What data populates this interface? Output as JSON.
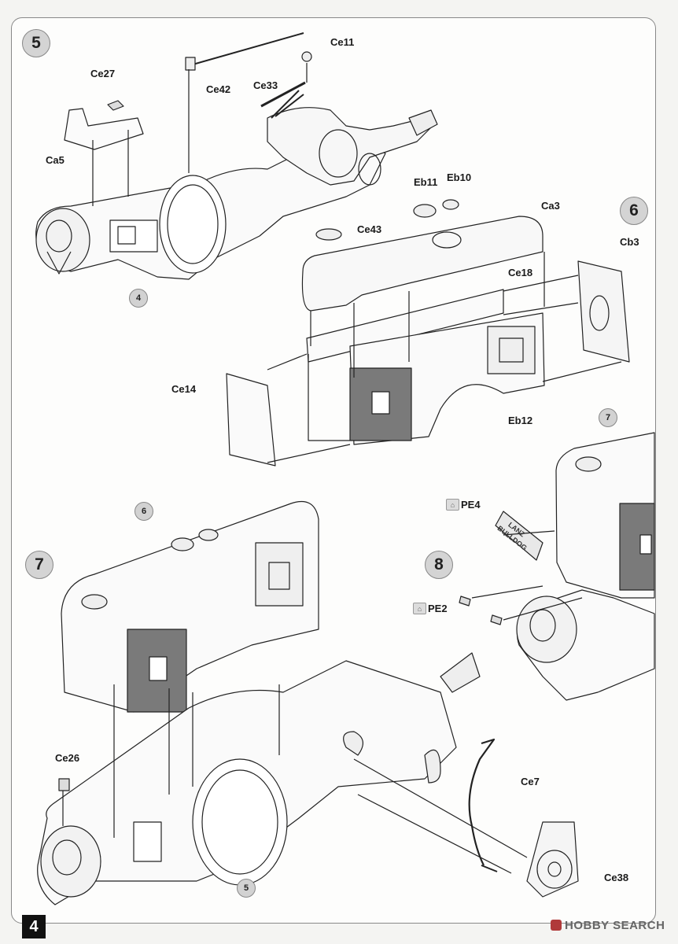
{
  "page": {
    "number": "4"
  },
  "watermark": {
    "text": "HOBBY SEARCH"
  },
  "steps": {
    "s5": "5",
    "s6": "6",
    "s7": "7",
    "s8": "8"
  },
  "refs": {
    "r4": "4",
    "r6": "6",
    "r7": "7",
    "r5": "5"
  },
  "parts": {
    "ce11": "Ce11",
    "ce27": "Ce27",
    "ce42": "Ce42",
    "ce33": "Ce33",
    "ca5": "Ca5",
    "eb11": "Eb11",
    "eb10": "Eb10",
    "ca3": "Ca3",
    "ce43": "Ce43",
    "ce18": "Ce18",
    "cb3": "Cb3",
    "ce14": "Ce14",
    "eb12": "Eb12",
    "pe4": "PE4",
    "pe2": "PE2",
    "ce26": "Ce26",
    "ce7": "Ce7",
    "ce38": "Ce38"
  },
  "decal": {
    "line1": "LANZ",
    "line2": "BULLDOG"
  }
}
